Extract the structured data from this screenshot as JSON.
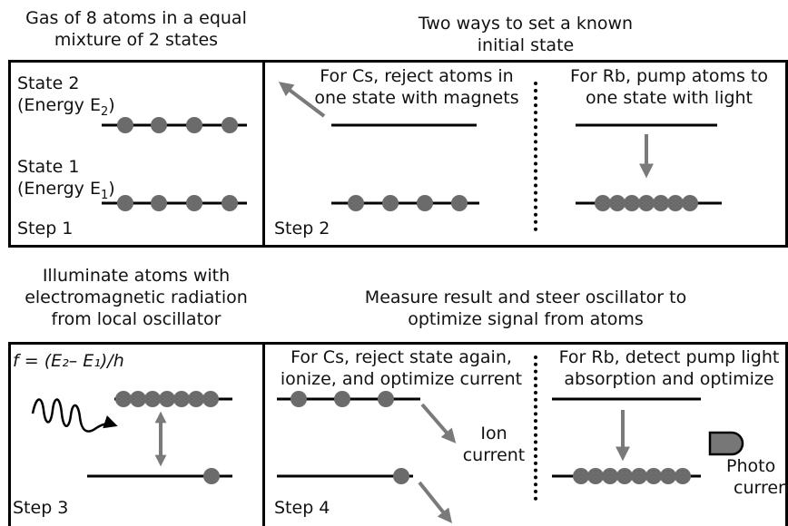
{
  "top": {
    "left_caption": [
      "Gas of 8 atoms in a equal",
      "mixture of 2 states"
    ],
    "right_caption": [
      "Two ways to set a known",
      "initial state"
    ],
    "step1": {
      "state2_label": "State 2",
      "state2_energy_prefix": "(Energy E",
      "state2_energy_sub": "2",
      "state2_energy_suffix": ")",
      "state1_label": "State 1",
      "state1_energy_prefix": "(Energy E",
      "state1_energy_sub": "1",
      "state1_energy_suffix": ")",
      "step_label": "Step 1"
    },
    "step2": {
      "cs_text": [
        "For Cs, reject atoms in",
        "one state with magnets"
      ],
      "rb_text": [
        "For Rb, pump atoms to",
        "one state with light"
      ],
      "step_label": "Step 2"
    }
  },
  "bottom": {
    "left_caption": [
      "Illuminate atoms with",
      "electromagnetic radiation",
      "from local oscillator"
    ],
    "right_caption": [
      "Measure result and steer oscillator to",
      "optimize signal from atoms"
    ],
    "step3": {
      "formula": "f = (E₂– E₁)/h",
      "step_label": "Step 3"
    },
    "step4": {
      "cs_text": [
        "For Cs, reject state again,",
        "ionize, and optimize current"
      ],
      "rb_text": [
        "For Rb, detect pump light",
        "absorption and optimize"
      ],
      "ion_label": [
        "Ion",
        "current"
      ],
      "photo_label": [
        "Photo",
        "current"
      ],
      "step_label": "Step 4"
    }
  },
  "colors": {
    "atom": "#6b6b6b",
    "arrow": "#7a7a7a",
    "line": "#000000"
  }
}
